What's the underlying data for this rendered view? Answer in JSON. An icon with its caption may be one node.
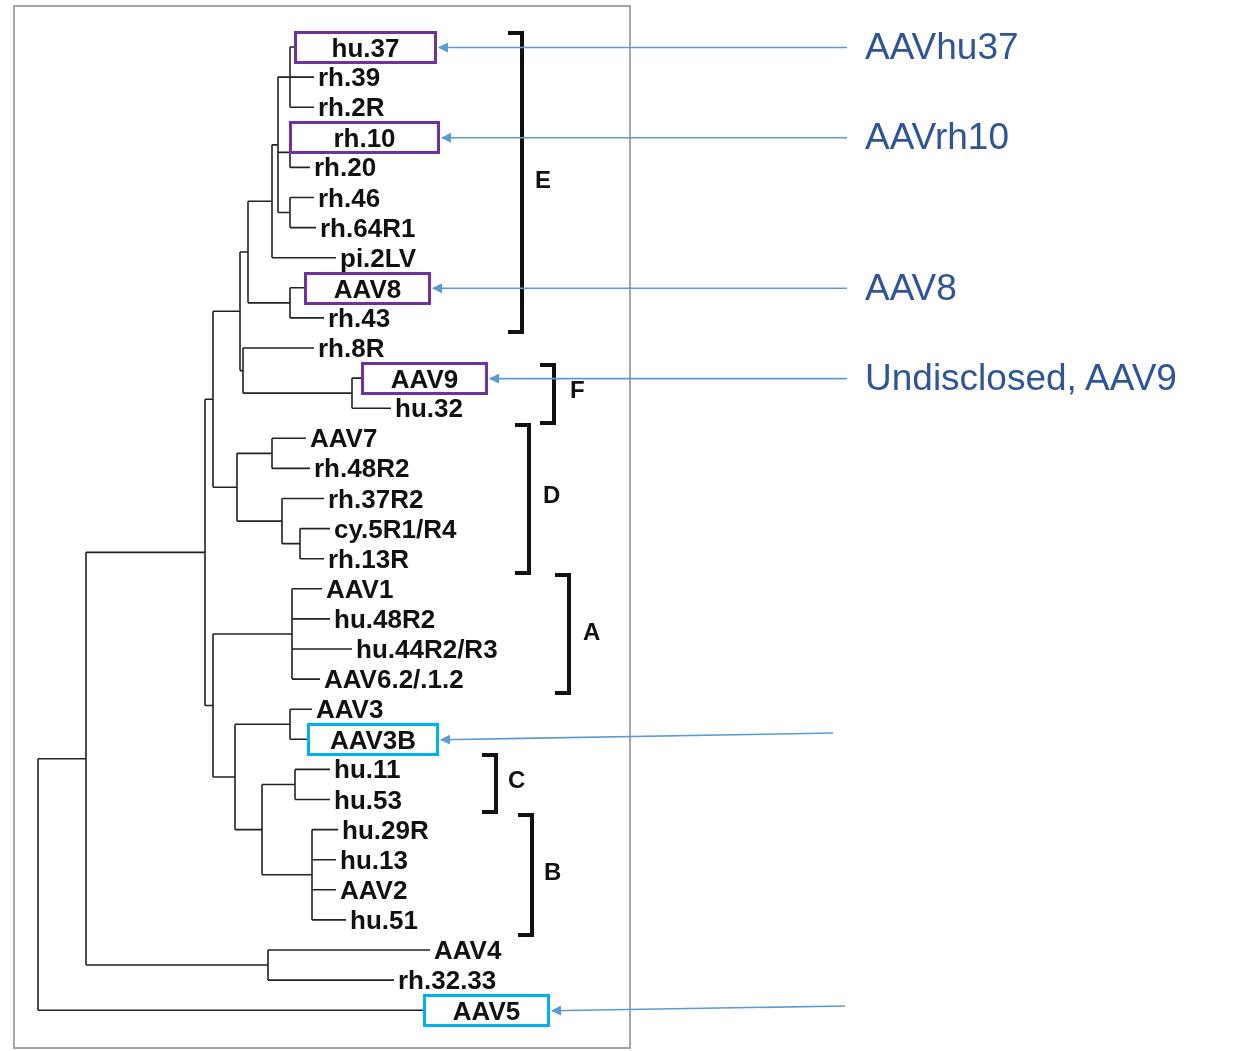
{
  "diagram": {
    "nodes": [
      {
        "text": [
          "hu.37"
        ]
      },
      {
        "text": [
          "AAVhu37"
        ]
      },
      {
        "text": [
          "rh.10"
        ]
      },
      {
        "text": [
          "AAVrh10"
        ]
      },
      {
        "text": [
          "AAV8"
        ]
      },
      {
        "text": [
          "AAV8"
        ]
      },
      {
        "text": [
          "AAV9"
        ]
      },
      {
        "text": [
          "Undisclosed, AAV9"
        ]
      },
      {
        "text": [
          "AAV3B"
        ]
      },
      {
        "text": [
          "AAV5"
        ]
      }
    ],
    "edges": [
      {
        "from": 1,
        "to": 0,
        "arrow": "to"
      },
      {
        "from": 3,
        "to": 2,
        "arrow": "to"
      },
      {
        "from": 5,
        "to": 4,
        "arrow": "to"
      },
      {
        "from": 7,
        "to": 6,
        "arrow": "to"
      },
      {
        "from": null,
        "to": 8,
        "arrow": "to"
      },
      {
        "from": null,
        "to": 9,
        "arrow": "to"
      }
    ],
    "labels": [
      "rh.39",
      "rh.2R",
      "rh.20",
      "rh.46",
      "rh.64R1",
      "pi.2LV",
      "rh.43",
      "rh.8R",
      "hu.32",
      "AAV7",
      "rh.48R2",
      "rh.37R2",
      "cy.5R1/R4",
      "rh.13R",
      "AAV1",
      "hu.48R2",
      "hu.44R2/R3",
      "AAV6.2/.1.2",
      "AAV3",
      "hu.11",
      "hu.53",
      "hu.29R",
      "hu.13",
      "AAV2",
      "hu.51",
      "AAV4",
      "rh.32.33",
      "E",
      "F",
      "D",
      "A",
      "C",
      "B"
    ]
  }
}
